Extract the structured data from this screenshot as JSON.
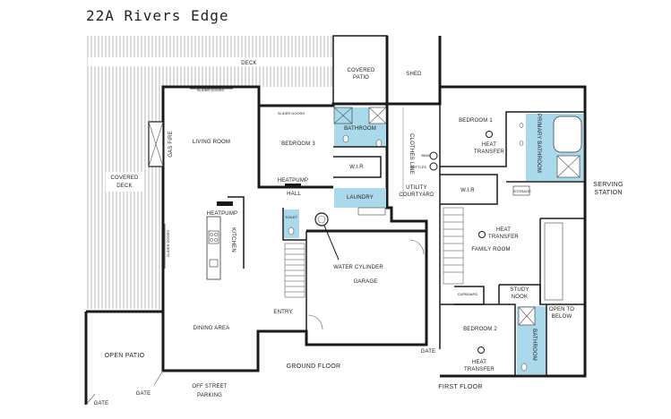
{
  "title": "22A Rivers Edge",
  "colors": {
    "wet_room": "#a9d9ea",
    "wall": "#1a1a1a",
    "deck_lines": "#8a8a8a"
  },
  "ground_floor": {
    "label": "GROUND FLOOR",
    "rooms": {
      "deck": "DECK",
      "covered_patio": [
        "COVERED",
        "PATIO"
      ],
      "shed": "SHED",
      "covered_deck": [
        "COVERED",
        "DECK"
      ],
      "gas_fire": "GAS FIRE",
      "living_room": "LIVING ROOM",
      "slider_doors_top": "SLIDER DOORS",
      "slider_doors_side": "SLIDER DOORS",
      "slider_doors_bed3": "SLIDER DOORS",
      "bedroom_3": "BEDROOM 3",
      "bathroom": "BATHROOM",
      "wir": "W.I.R",
      "clothes_line": "CLOTHES LINE",
      "bins": "BINS",
      "bottles": "BOTTLES",
      "utility_courtyard": [
        "UTILITY",
        "COURTYARD"
      ],
      "heatpump_living": "HEATPUMP",
      "heatpump_hall": "HEATPUMP",
      "hall": "HALL",
      "laundry": "LAUNDRY",
      "kitchen": "KITCHEN",
      "toilet": "TOILET",
      "water_cylinder": "WATER CYLINDER",
      "garage": "GARAGE",
      "entry": "ENTRY",
      "dining_area": "DINING AREA",
      "open_patio": "OPEN PATIO",
      "gate_patio": "GATE",
      "gate_corner": "GATE",
      "off_street_parking": [
        "OFF STREET",
        "PARKING"
      ],
      "gate_side": "GATE"
    }
  },
  "first_floor": {
    "label": "FIRST FLOOR",
    "rooms": {
      "bedroom_1": "BEDROOM 1",
      "heat_transfer_bed1": [
        "HEAT",
        "TRANSFER"
      ],
      "primary_bathroom": "PRIMARY BATHROOM",
      "wir": "W.I.R",
      "storage": "STORAGE",
      "serving_station": [
        "SERVING",
        "STATION"
      ],
      "heat_transfer_family": [
        "HEAT",
        "TRANSFER"
      ],
      "family_room": "FAMILY ROOM",
      "cupboard": "CUPBOARD",
      "study_nook": [
        "STUDY",
        "NOOK"
      ],
      "open_to_below": [
        "OPEN TO",
        "BELOW"
      ],
      "bedroom_2": "BEDROOM 2",
      "bathroom": "BATHROOM",
      "heat_transfer_bed2": [
        "HEAT",
        "TRANSFER"
      ]
    }
  }
}
